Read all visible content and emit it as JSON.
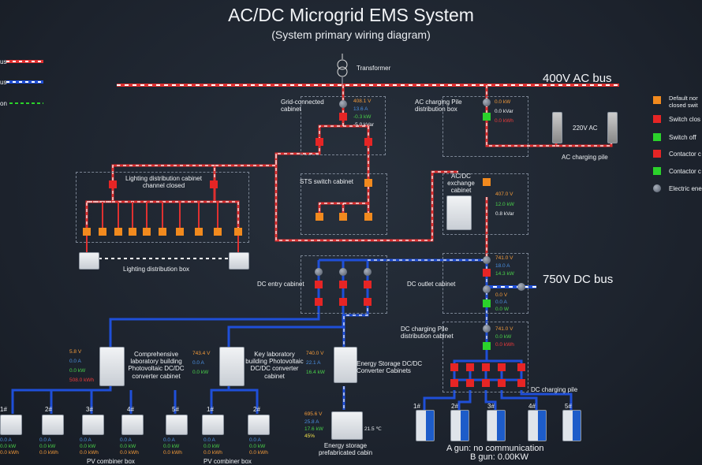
{
  "header": {
    "title": "AC/DC Microgrid EMS System",
    "subtitle": "(System primary wiring diagram)"
  },
  "legend_left": {
    "items": [
      "us",
      "us",
      "on"
    ]
  },
  "legend_right": {
    "items": [
      "Default nor closed swit",
      "Switch clos",
      "Switch off",
      "Contactor c",
      "Contactor c",
      "Electric ene"
    ]
  },
  "buses": {
    "ac": "400V AC bus",
    "dc": "750V DC bus"
  },
  "transformer": {
    "label": "Transformer"
  },
  "grid_cabinet": {
    "label": "Grid-connected cabinet",
    "readings": [
      "408.1 V",
      "13.6 A",
      "-0.3 kW",
      "-5.0 kVar"
    ]
  },
  "ac_charging_box": {
    "label": "AC charging Pile distribution box",
    "readings": [
      "0.0 kW",
      "0.0 kVar",
      "0.0 kWh"
    ]
  },
  "ac_pile": {
    "voltage": "220V AC",
    "label": "AC charging pile"
  },
  "lighting_cabinet": {
    "label": "Lighting distribution cabinet channel closed"
  },
  "sts": {
    "label": "STS switch cabinet"
  },
  "acdc_exchange": {
    "label": "AC/DC exchange cabinet",
    "readings": [
      "407.0 V",
      "12.0 kW",
      "0.8 kVar"
    ]
  },
  "lighting_box": {
    "label": "Lighting distribution box"
  },
  "dc_entry": {
    "label": "DC entry cabinet"
  },
  "dc_outlet": {
    "label": "DC outlet cabinet",
    "readings": [
      "741.0 V",
      "18.0 A",
      "14.3 kW"
    ],
    "readings2": [
      "0.0 V",
      "0.0 A",
      "0.0 W"
    ]
  },
  "dc_charging_box": {
    "label": "DC charging Pile distribution cabinet",
    "readings": [
      "741.0 V",
      "0.0 kW",
      "0.0 kWh"
    ]
  },
  "comp_lab": {
    "label": "Comprehensive laboratory building Photovoltaic DC/DC converter cabinet",
    "readings": [
      "5.8 V",
      "0.0 A",
      "0.0 kW",
      "508.0 kWh"
    ]
  },
  "key_lab": {
    "label": "Key laboratory building Photovoltaic DC/DC converter cabinet",
    "readings": [
      "743.4 V",
      "0.0 A",
      "0.0 kW"
    ]
  },
  "energy_storage_conv": {
    "label": "Energy Storage DC/DC Converter Cabinets",
    "readings": [
      "740.0 V",
      "22.1 A",
      "16.4 kW"
    ]
  },
  "energy_storage_cabin": {
    "label": "Energy storage prefabricated cabin",
    "readings": [
      "695.6 V",
      "25.8 A",
      "17.6 kW",
      "45%"
    ],
    "temp": "21.5 ℃"
  },
  "dc_charging_pile": {
    "label": "DC charging pile",
    "status1": "A gun: no communication",
    "status2": "B gun: 0.00KW"
  },
  "pv_combiner_1": {
    "label": "PV combiner box",
    "units": [
      "1#",
      "2#",
      "3#",
      "4#",
      "5#"
    ]
  },
  "pv_combiner_2": {
    "label": "PV combiner box",
    "units": [
      "1#",
      "2#"
    ]
  },
  "pv_readings": {
    "a": "0.0 A",
    "kw": "0.0 kW",
    "kwh": "0.0 kWh"
  },
  "chargers": {
    "units": [
      "1#",
      "2#",
      "3#",
      "4#",
      "5#"
    ]
  },
  "colors": {
    "ac_line": "#e03030",
    "dc_line": "#1f4fd8",
    "orange_switch": "#f28a1e",
    "red_switch": "#e62525",
    "green_switch": "#2bd22b"
  }
}
